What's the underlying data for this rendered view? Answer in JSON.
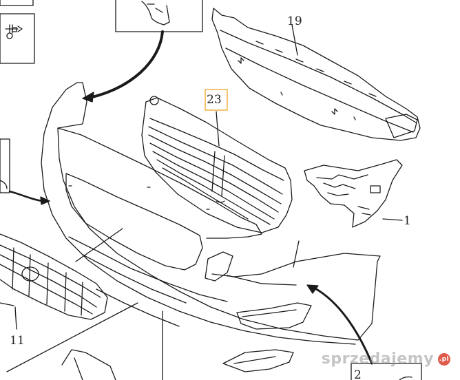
{
  "labels": {
    "part_19": "19",
    "part_23": "23",
    "part_1": "1",
    "part_11": "11",
    "part_2": "2"
  },
  "watermark": {
    "text": "sprzedajemy",
    "badge": ".pl",
    "color": "#9a9a9a"
  },
  "colors": {
    "line": "#1a1a1a",
    "highlight_box": "#f0b040",
    "badge": "#e05a4b"
  }
}
